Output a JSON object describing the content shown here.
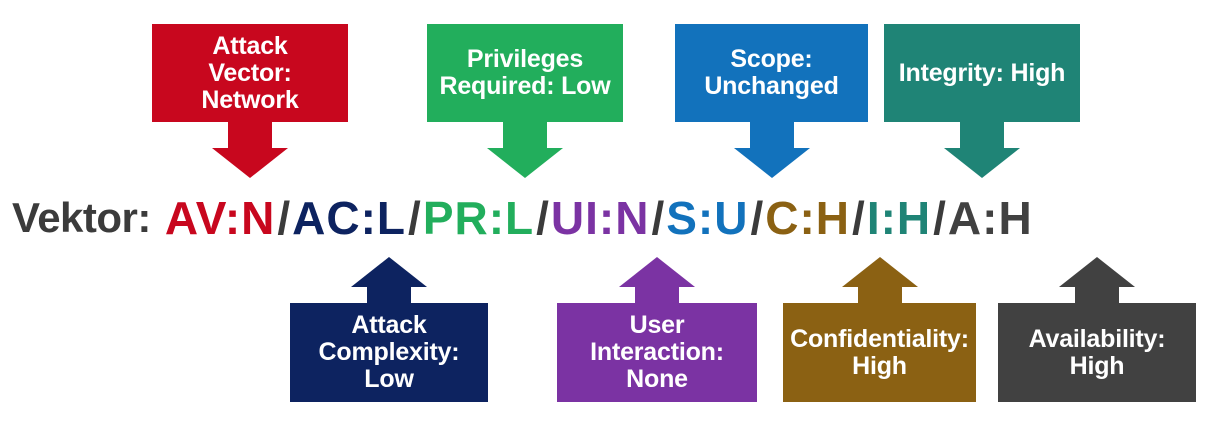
{
  "diagram": {
    "title_prefix": "Vektor:",
    "vector_string": "AV:N/AC:L/PR:L/UI:N/S:U/C:H/I:H/A:H",
    "separator": "/",
    "colors": {
      "attack_vector": "#C8071E",
      "attack_complexity": "#0D2360",
      "privileges_required": "#22AE5C",
      "user_interaction": "#7B33A3",
      "scope": "#1272BC",
      "confidentiality": "#8B6113",
      "integrity": "#1F8476",
      "availability": "#414141",
      "label_text": "#3B3B3B",
      "background": "#FFFFFF",
      "box_text": "#FFFFFF"
    }
  },
  "top_callouts": [
    {
      "id": "attack-vector",
      "label": "Attack\nVector: Network",
      "code": "AV:N",
      "color": "#C8071E"
    },
    {
      "id": "privileges-required",
      "label": "Privileges\nRequired: Low",
      "code": "PR:L",
      "color": "#22AE5C"
    },
    {
      "id": "scope",
      "label": "Scope:\nUnchanged",
      "code": "S:U",
      "color": "#1272BC"
    },
    {
      "id": "integrity",
      "label": "Integrity: High",
      "code": "I:H",
      "color": "#1F8476"
    }
  ],
  "bottom_callouts": [
    {
      "id": "attack-complexity",
      "label": "Attack\nComplexity: Low",
      "code": "AC:L",
      "color": "#0D2360"
    },
    {
      "id": "user-interaction",
      "label": "User\nInteraction: None",
      "code": "UI:N",
      "color": "#7B33A3"
    },
    {
      "id": "confidentiality",
      "label": "Confidentiality:\nHigh",
      "code": "C:H",
      "color": "#8B6113"
    },
    {
      "id": "availability",
      "label": "Availability: High",
      "code": "A:H",
      "color": "#414141"
    }
  ],
  "vector_segments": [
    {
      "id": "av",
      "text": "AV:N",
      "color": "#C8071E"
    },
    {
      "id": "ac",
      "text": "AC:L",
      "color": "#0D2360"
    },
    {
      "id": "pr",
      "text": "PR:L",
      "color": "#22AE5C"
    },
    {
      "id": "ui",
      "text": "UI:N",
      "color": "#7B33A3"
    },
    {
      "id": "s",
      "text": "S:U",
      "color": "#1272BC"
    },
    {
      "id": "c",
      "text": "C:H",
      "color": "#8B6113"
    },
    {
      "id": "i",
      "text": "I:H",
      "color": "#1F8476"
    },
    {
      "id": "a",
      "text": "A:H",
      "color": "#414141"
    }
  ]
}
